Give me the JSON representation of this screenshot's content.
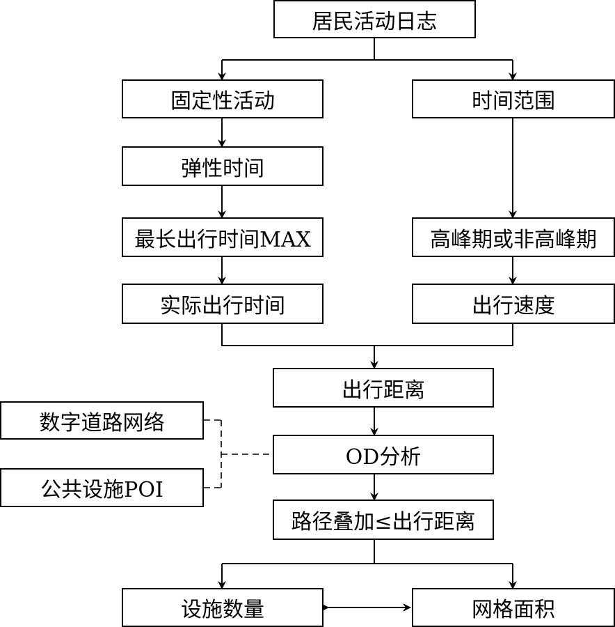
{
  "nodes": {
    "resident_activity_log": "居民活动日志",
    "fixed_activity": "固定性活动",
    "time_range": "时间范围",
    "flexible_time": "弹性时间",
    "max_travel_time": "最长出行时间MAX",
    "peak_or_offpeak": "高峰期或非高峰期",
    "actual_travel_time": "实际出行时间",
    "travel_speed": "出行速度",
    "travel_distance": "出行距离",
    "digital_road_network": "数字道路网络",
    "od_analysis": "OD分析",
    "public_facility_poi": "公共设施POI",
    "path_overlay": "路径叠加≤出行距离",
    "facility_count": "设施数量",
    "grid_area": "网格面积"
  },
  "colors": {
    "stroke": "#000000",
    "background": "#ffffff"
  }
}
